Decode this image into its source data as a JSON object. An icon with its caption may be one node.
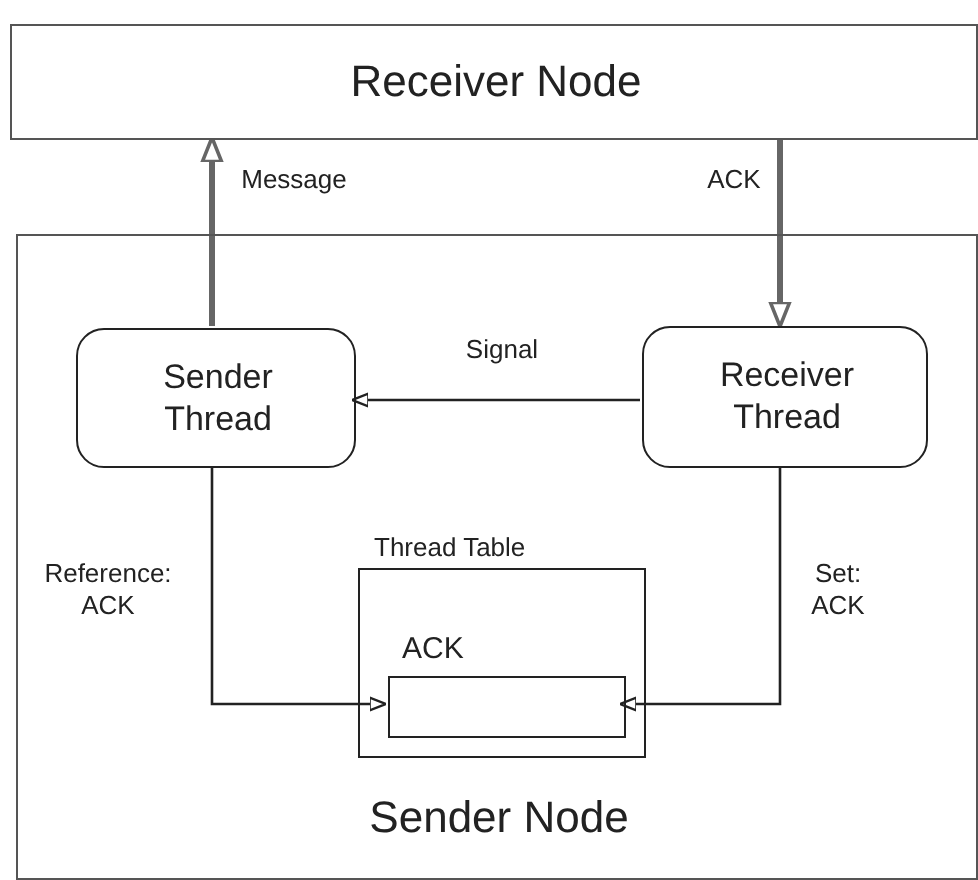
{
  "diagram": {
    "nodes": [
      {
        "text": [
          "Receiver Node"
        ]
      },
      {
        "text": [
          "Sender Node"
        ]
      },
      {
        "text": [
          "Sender Thread"
        ],
        "in": 1
      },
      {
        "text": [
          "Receiver Thread"
        ],
        "in": 1
      },
      {
        "text": [
          "Thread Table"
        ],
        "in": 1
      },
      {
        "text": [
          "ACK"
        ],
        "in": 4
      }
    ],
    "edges": [
      {
        "from": 2,
        "to": 0,
        "arrow": "to",
        "label": "Message",
        "style": "thick"
      },
      {
        "from": 0,
        "to": 3,
        "arrow": "to",
        "label": "ACK",
        "style": "thick"
      },
      {
        "from": 3,
        "to": 2,
        "arrow": "to",
        "label": "Signal"
      },
      {
        "from": 2,
        "to": 5,
        "arrow": "to",
        "label": "Reference: ACK"
      },
      {
        "from": 3,
        "to": 5,
        "arrow": "to",
        "label": "Set: ACK"
      }
    ]
  }
}
